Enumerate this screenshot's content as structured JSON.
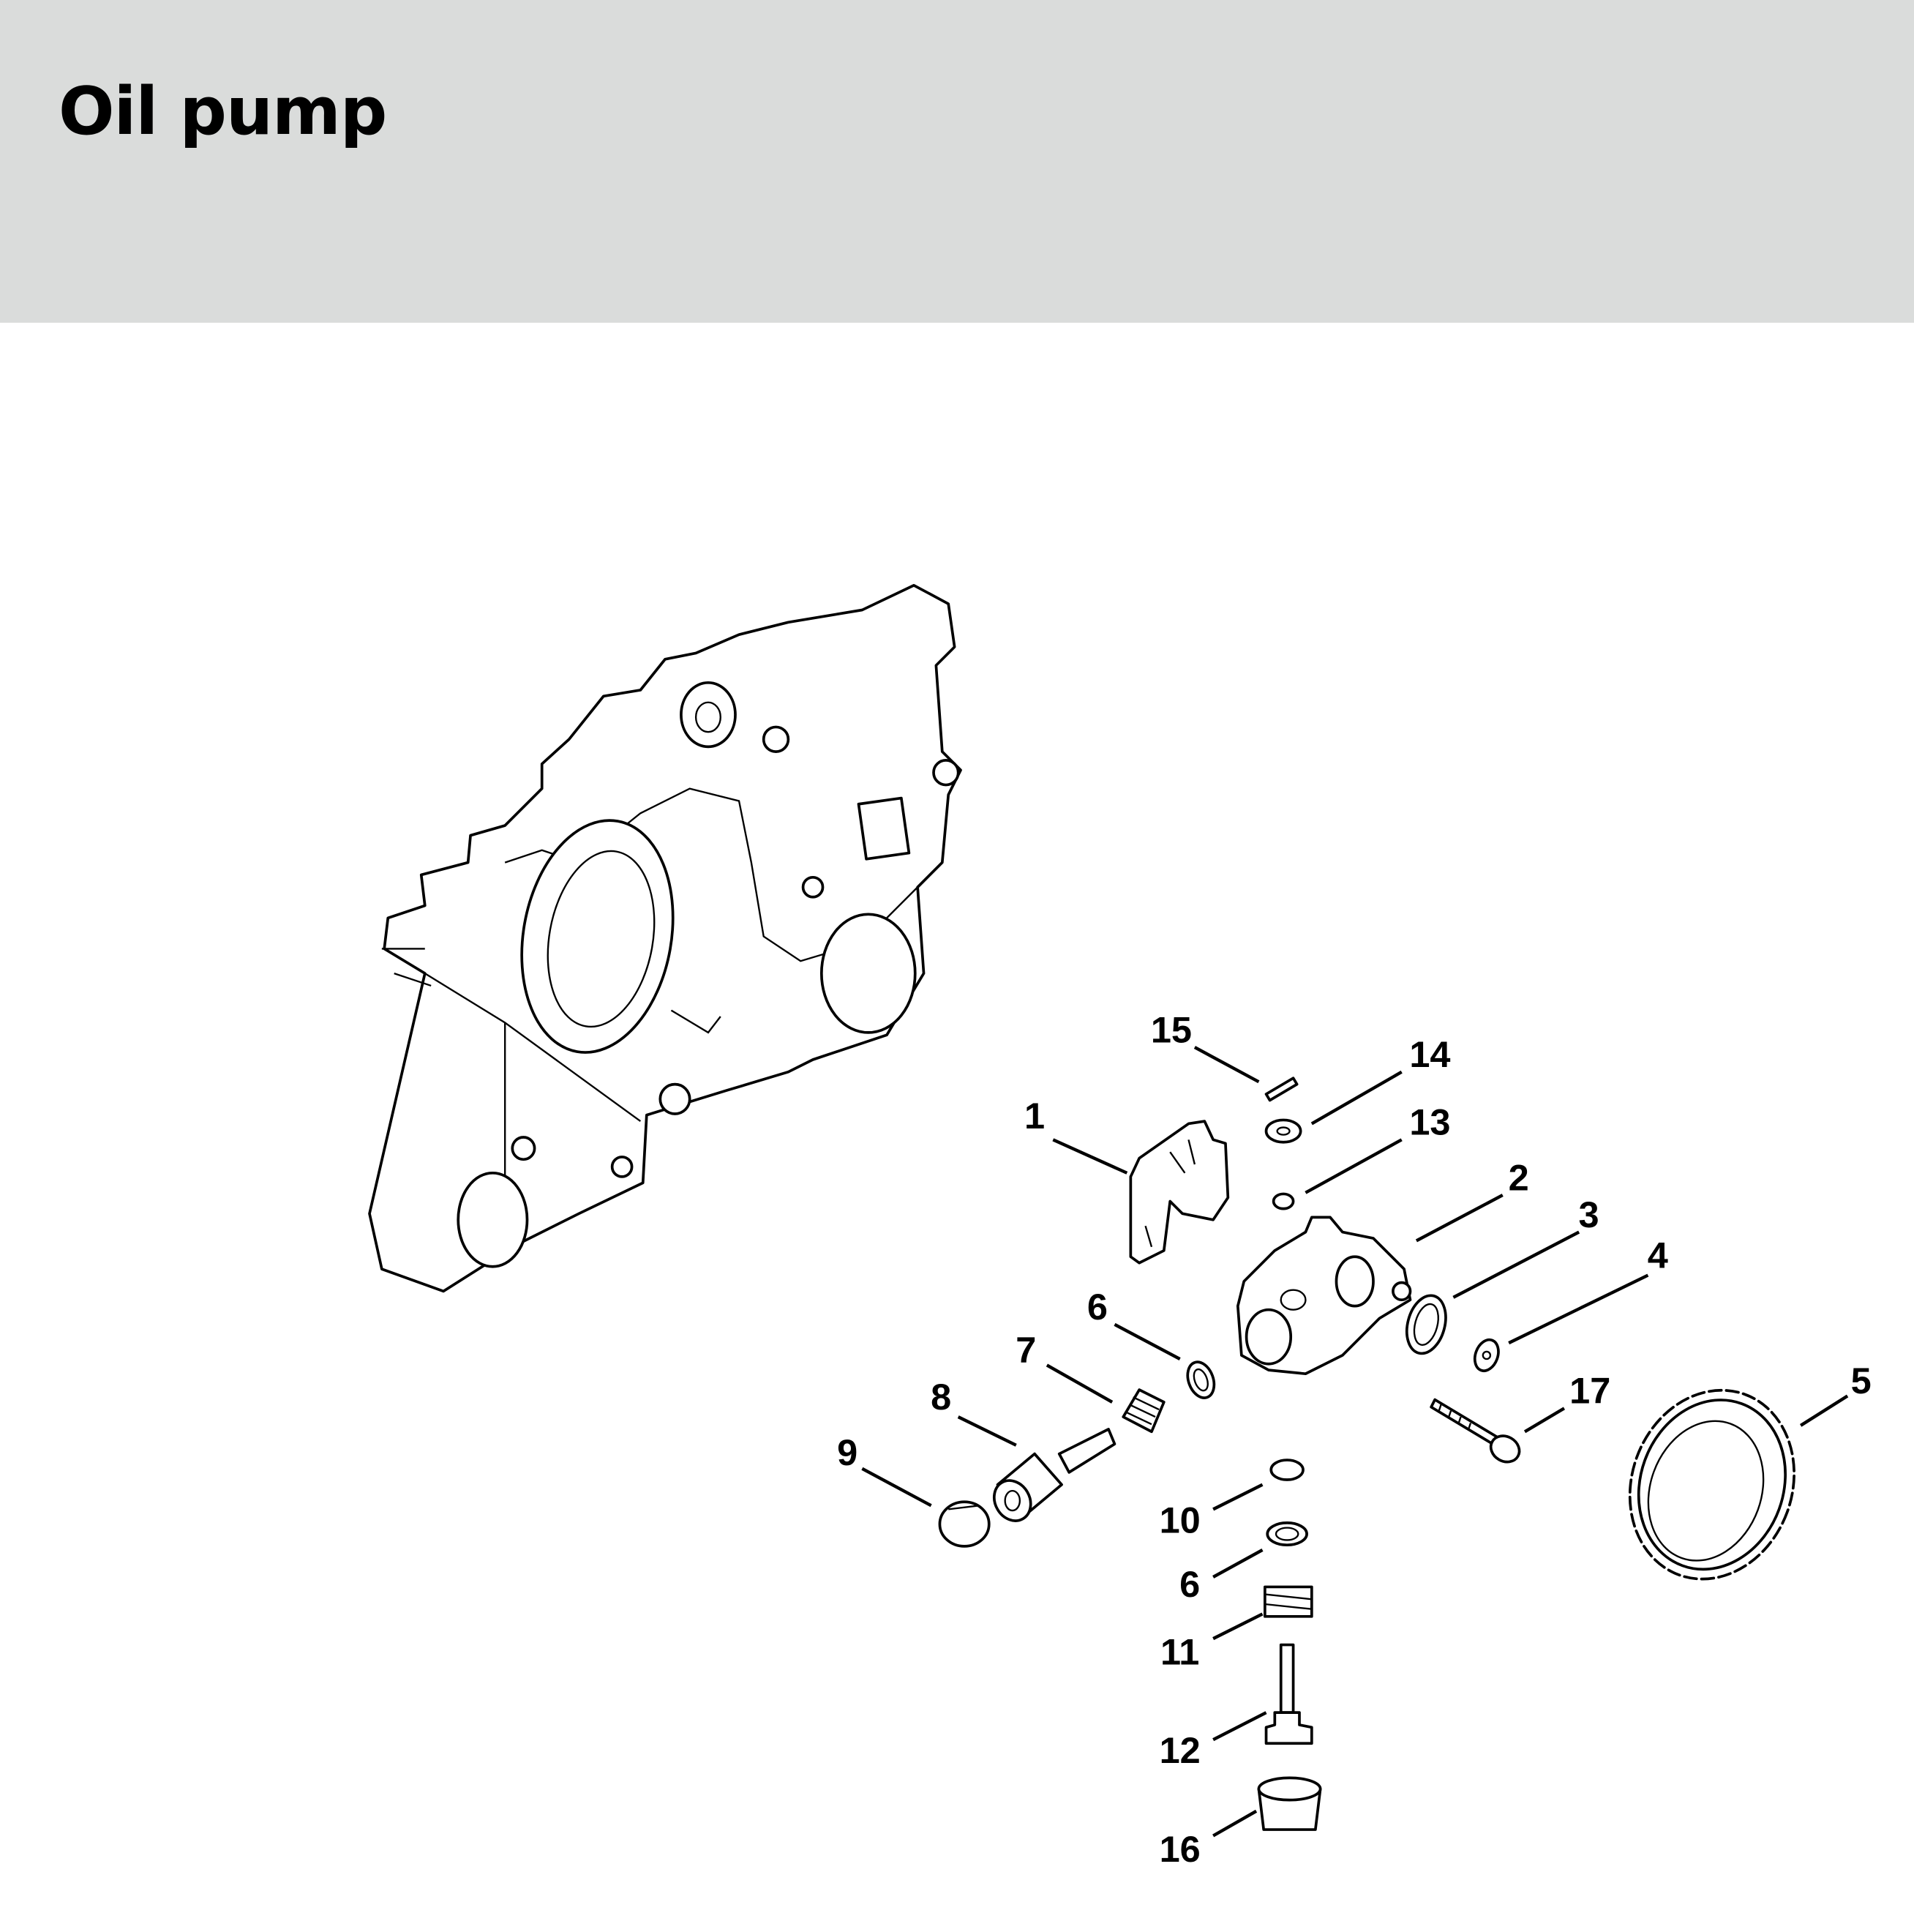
{
  "header": {
    "title": "Oil pump"
  },
  "diagram": {
    "callouts": [
      "1",
      "2",
      "3",
      "4",
      "5",
      "6",
      "7",
      "8",
      "9",
      "10",
      "6",
      "11",
      "12",
      "13",
      "14",
      "15",
      "16",
      "17"
    ]
  }
}
